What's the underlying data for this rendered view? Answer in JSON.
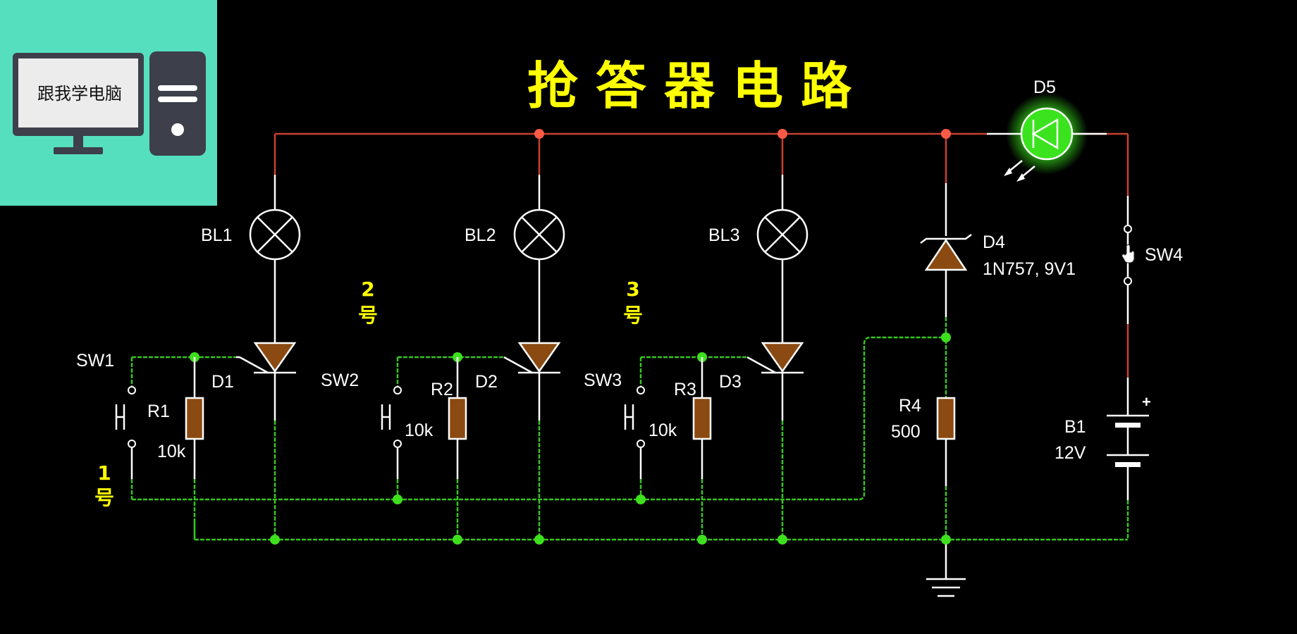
{
  "logo": {
    "text": "跟我学电脑",
    "icon": "computer-icon"
  },
  "title": "抢 答 器 电 路",
  "components": {
    "bl1": "BL1",
    "bl2": "BL2",
    "bl3": "BL3",
    "sw1": "SW1",
    "sw2": "SW2",
    "sw3": "SW3",
    "sw4": "SW4",
    "r1": "R1",
    "r1_val": "10k",
    "r2": "R2",
    "r2_val": "10k",
    "r3": "R3",
    "r3_val": "10k",
    "r4": "R4",
    "r4_val": "500",
    "d1": "D1",
    "d2": "D2",
    "d3": "D3",
    "d4": "D4",
    "d4_val": "1N757, 9V1",
    "d5": "D5",
    "b1": "B1",
    "b1_val": "12V",
    "b1_plus": "+"
  },
  "contestants": {
    "c1_num": "1",
    "c1_suffix": "号",
    "c2_num": "2",
    "c2_suffix": "号",
    "c3_num": "3",
    "c3_suffix": "号"
  },
  "colors": {
    "background": "#000000",
    "wire_active_red": "#c8412e",
    "wire_ground_green": "#35c51f",
    "component_fill": "#8b4a12",
    "led_on": "#39e01c",
    "title_yellow": "#ffff00",
    "logo_bg": "#56dfbf"
  }
}
